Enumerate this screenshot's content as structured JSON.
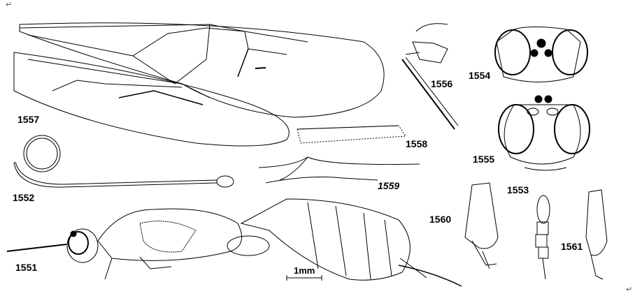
{
  "figure_labels": {
    "f1551": "1551",
    "f1552": "1552",
    "f1553": "1553",
    "f1554": "1554",
    "f1555": "1555",
    "f1556": "1556",
    "f1557": "1557",
    "f1558": "1558",
    "f1559": "1559",
    "f1560": "1560",
    "f1561": "1561"
  },
  "scale_bar": {
    "label": "1mm"
  },
  "paragraph_mark": "↵",
  "colors": {
    "ink": "#000000",
    "background": "#ffffff"
  }
}
